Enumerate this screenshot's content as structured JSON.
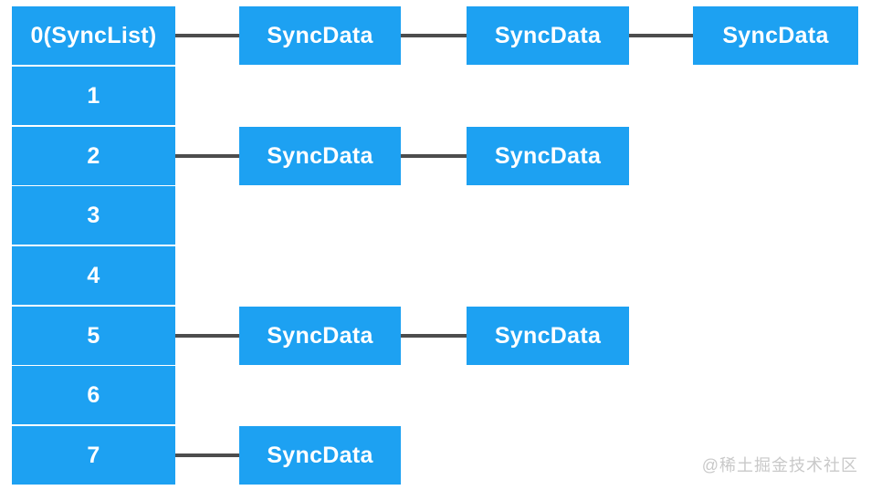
{
  "diagram": {
    "title_hint": "SyncList hash-bucket linked-list diagram",
    "buckets": [
      {
        "index": 0,
        "label": "0(SyncList)"
      },
      {
        "index": 1,
        "label": "1"
      },
      {
        "index": 2,
        "label": "2"
      },
      {
        "index": 3,
        "label": "3"
      },
      {
        "index": 4,
        "label": "4"
      },
      {
        "index": 5,
        "label": "5"
      },
      {
        "index": 6,
        "label": "6"
      },
      {
        "index": 7,
        "label": "7"
      }
    ],
    "chains": [
      {
        "bucket": 0,
        "nodes": [
          "SyncData",
          "SyncData",
          "SyncData"
        ]
      },
      {
        "bucket": 2,
        "nodes": [
          "SyncData",
          "SyncData"
        ]
      },
      {
        "bucket": 5,
        "nodes": [
          "SyncData",
          "SyncData"
        ]
      },
      {
        "bucket": 7,
        "nodes": [
          "SyncData"
        ]
      }
    ]
  },
  "colors": {
    "accent": "#1da1f2",
    "connector": "#4d4d4d",
    "node_text": "#ffffff",
    "watermark": "#c9c9c9"
  },
  "watermark": {
    "text": "@稀土掘金技术社区"
  }
}
